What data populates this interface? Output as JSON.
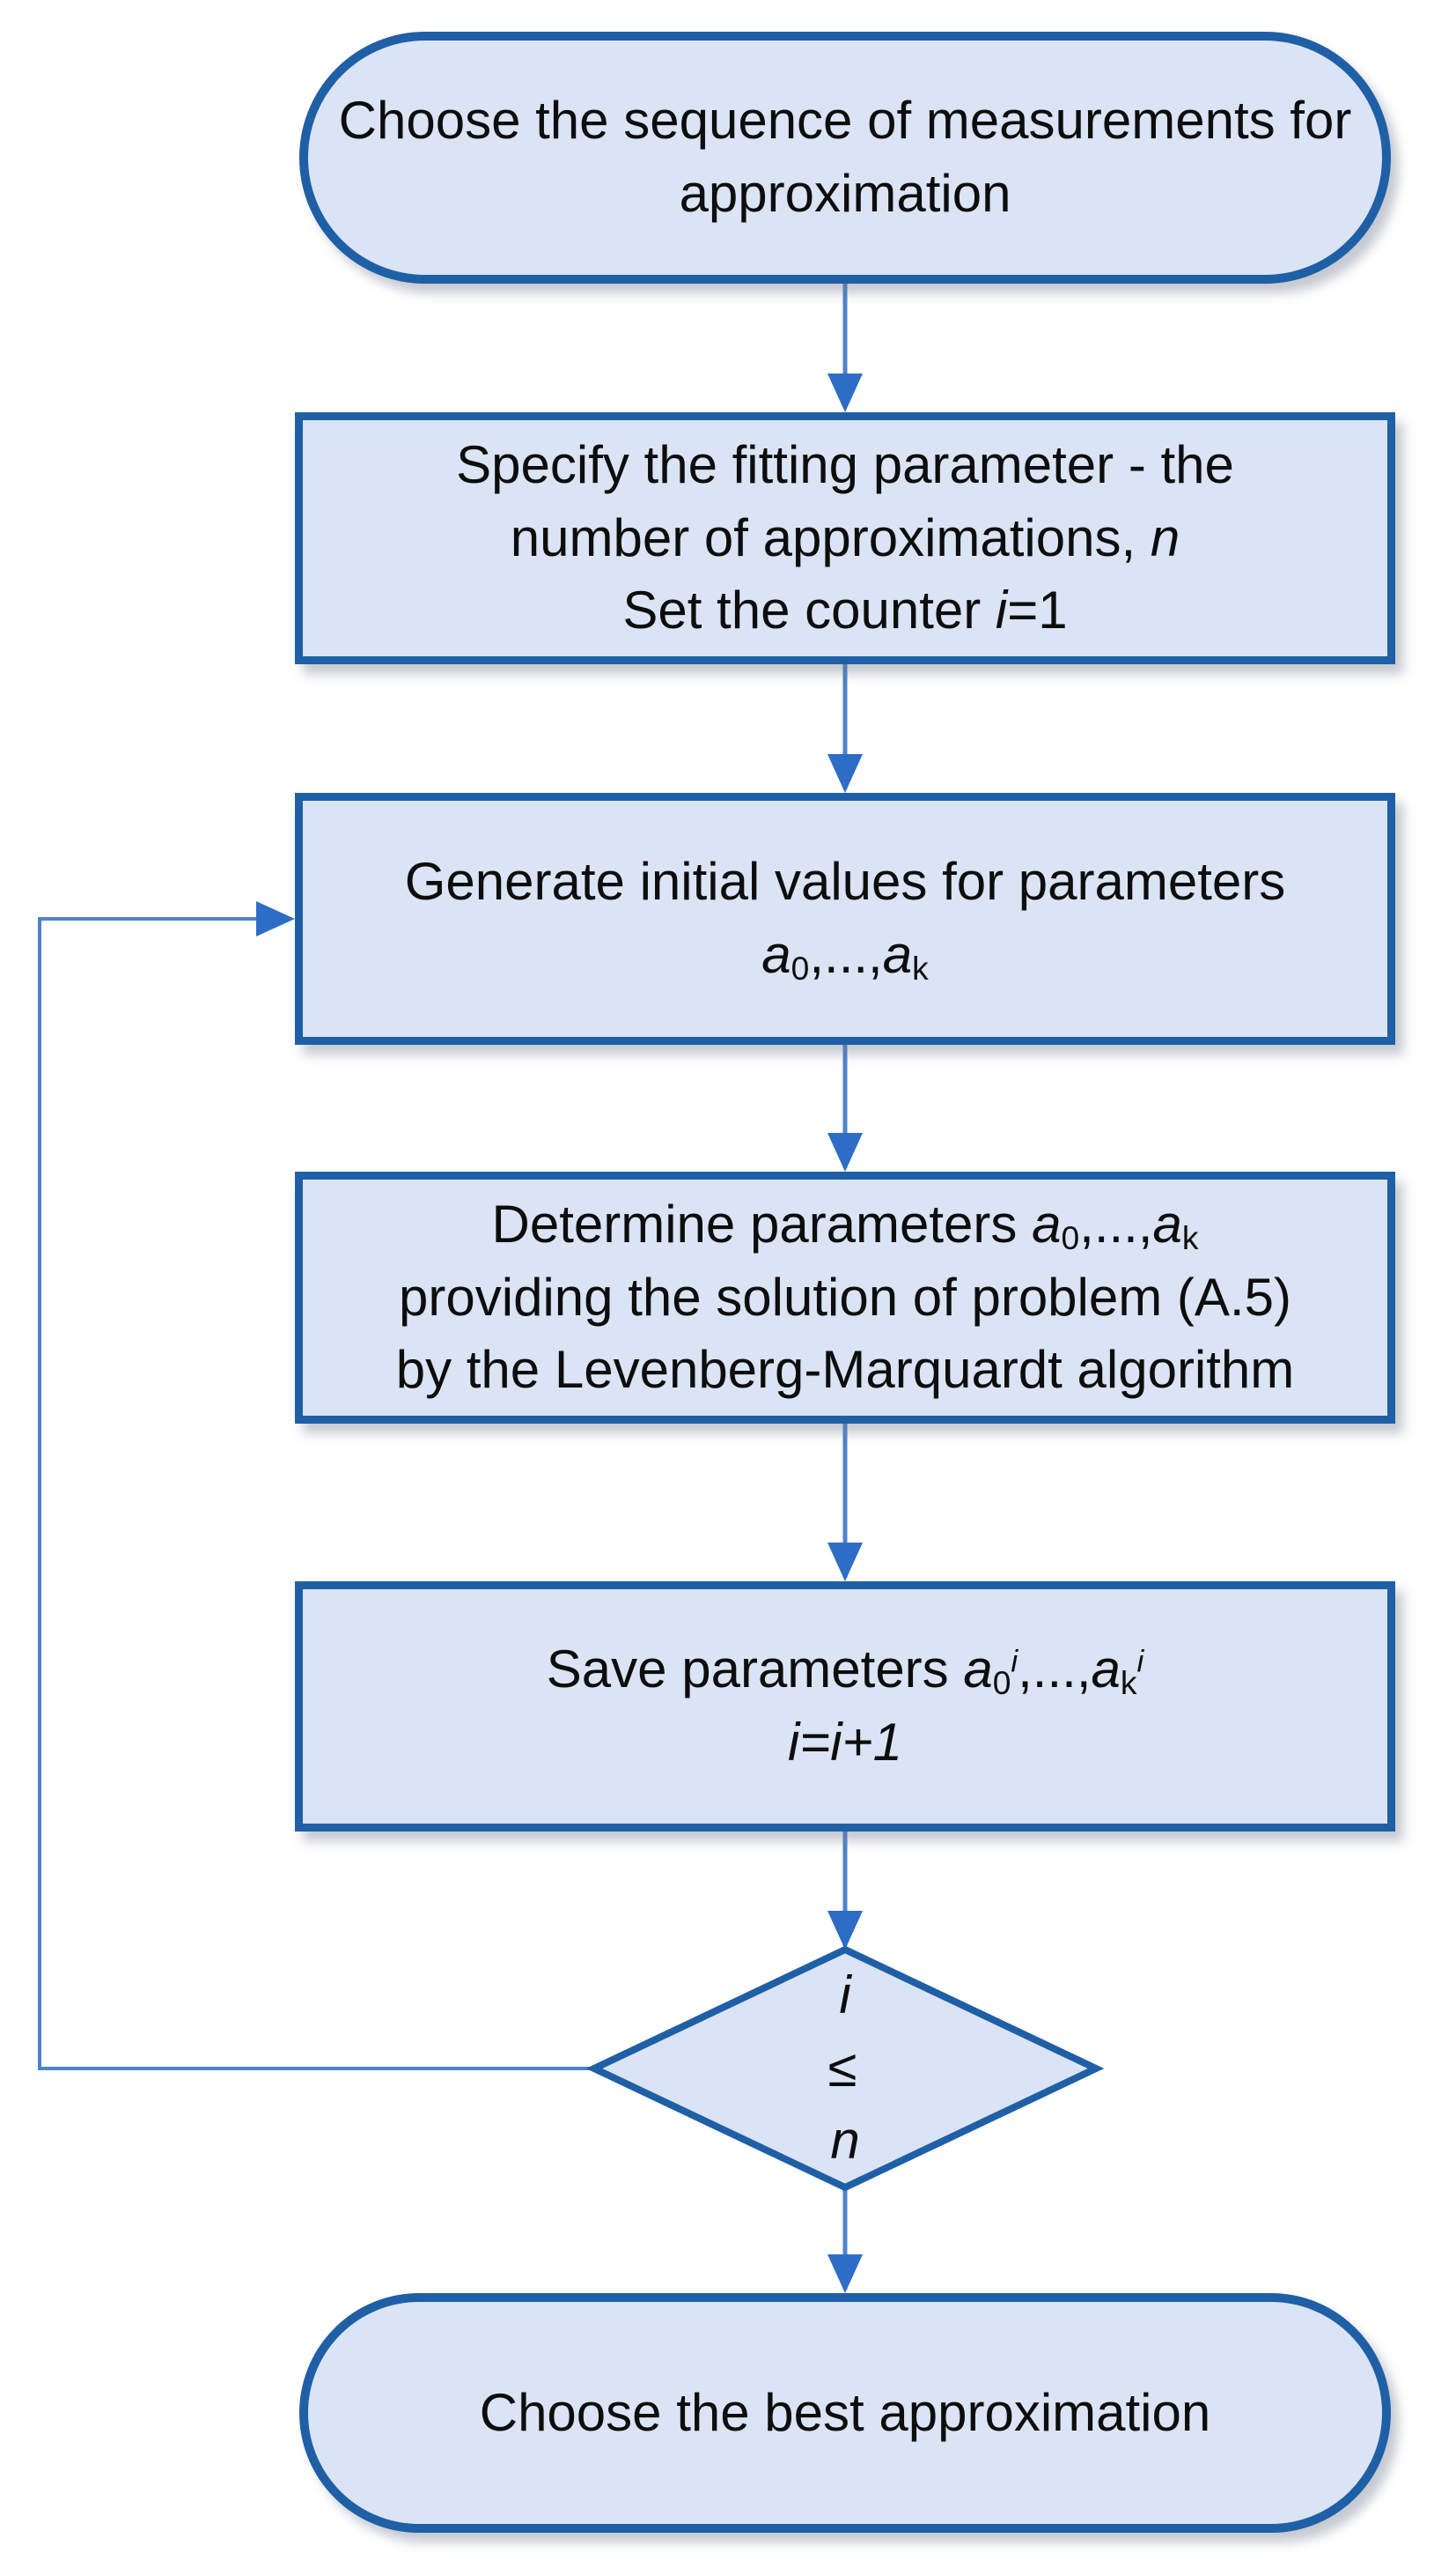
{
  "colors": {
    "shape_fill": "#dae4f4",
    "shape_border": "#1f5fa6",
    "connector": "#4f83ca",
    "arrow": "#2e6dc6",
    "text": "#0d0d0d",
    "page_bg": "#ffffff"
  },
  "nodes": {
    "start": {
      "label": "Choose the sequence of measurements for approximation"
    },
    "specify": {
      "line1": "Specify the fitting parameter - the",
      "line2_prefix": "number of approximations, ",
      "line2_var": "n",
      "line3_prefix": "Set the counter ",
      "line3_var": "i",
      "line3_suffix": "=1"
    },
    "generate": {
      "line1": "Generate initial values for parameters",
      "math": {
        "a1": "a",
        "s1": "0",
        "mid": ",...,",
        "a2": "a",
        "s2": "k"
      }
    },
    "determine": {
      "line1_prefix": "Determine parameters ",
      "math": {
        "a1": "a",
        "s1": "0",
        "mid": ",...,",
        "a2": "a",
        "s2": "k"
      },
      "line2": "providing the solution of problem (A.5)",
      "line3": "by the Levenberg-Marquardt algorithm"
    },
    "save": {
      "line1_prefix": "Save parameters ",
      "math": {
        "a1": "a",
        "s1": "0",
        "sup1": "i",
        "mid": ",...,",
        "a2": "a",
        "s2": "k",
        "sup2": "i"
      },
      "line2": "i=i+1"
    },
    "decision": {
      "var1": "i",
      "op": "≤",
      "var2": "n"
    },
    "end": {
      "label": "Choose the best approximation"
    }
  }
}
